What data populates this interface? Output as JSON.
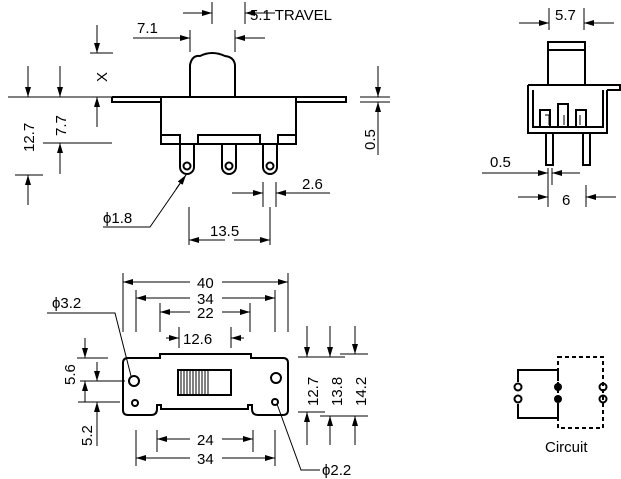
{
  "side_view": {
    "travel": "5.1 TRAVEL",
    "actuator_width": "7.1",
    "actuator_height": "X",
    "overall_height": "12.7",
    "body_height": "7.7",
    "plate_thickness": "0.5",
    "pin_width": "2.6",
    "pin_spacing": "13.5",
    "pin_hole": "ϕ1.8"
  },
  "front_view": {
    "actuator_width": "5.7",
    "pin_thickness": "0.5",
    "pin_spacing": "6"
  },
  "bottom_view": {
    "plate_length": "40",
    "hole_spacing_top": "34",
    "body_length": "22",
    "slot_length": "12.6",
    "mount_hole": "ϕ3.2",
    "hole_offset_top": "5.6",
    "hole_offset_bottom": "5.2",
    "notch_spacing": "24",
    "hole_spacing_bottom": "34",
    "small_hole": "ϕ2.2",
    "height_a": "12.7",
    "height_b": "13.8",
    "height_c": "14.2"
  },
  "circuit": {
    "label": "Circuit"
  }
}
